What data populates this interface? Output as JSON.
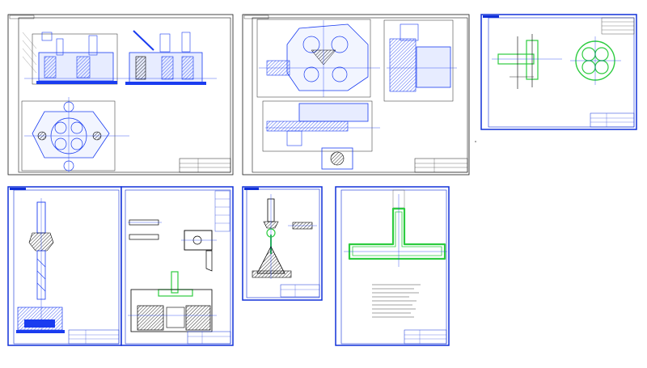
{
  "workspace": {
    "background": "#ffffff",
    "sheet_count": 7
  },
  "colors": {
    "frame_black": "#1a1a1a",
    "frame_blue": "#1030d8",
    "part_blue": "#1a3cf0",
    "part_green": "#2ecc40",
    "section_hatch": "#000000"
  },
  "sheets": [
    {
      "id": "sheet-1",
      "frame_color": "#1a1a1a",
      "content": "fixture-assembly-views",
      "stamp": {
        "line1": "",
        "line2": ""
      }
    },
    {
      "id": "sheet-2",
      "frame_color": "#1a1a1a",
      "content": "gear-reducer-assembly",
      "stamp": {
        "line1": "",
        "line2": ""
      }
    },
    {
      "id": "sheet-3",
      "frame_color": "#1030d8",
      "content": "shaft-and-cross-section"
    },
    {
      "id": "sheet-4",
      "frame_color": "#1030d8",
      "content": "drill-tool-and-fixture"
    },
    {
      "id": "sheet-5",
      "frame_color": "#1030d8",
      "content": "fixture-details"
    },
    {
      "id": "sheet-6",
      "frame_color": "#1030d8",
      "content": "machining-setup"
    },
    {
      "id": "sheet-7",
      "frame_color": "#1030d8",
      "content": "t-shaped-blank-and-notes"
    }
  ],
  "stray_mark": "ᵃ"
}
